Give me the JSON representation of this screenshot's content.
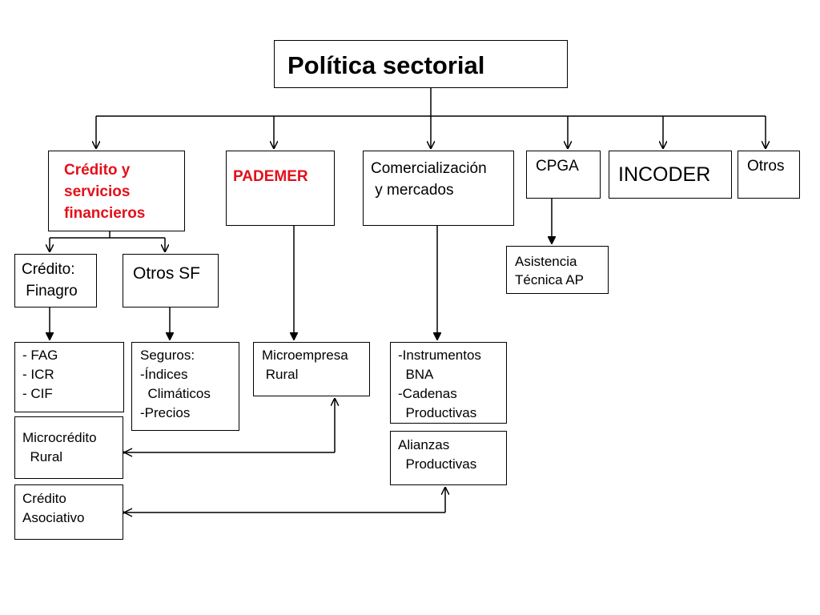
{
  "title": "Política sectorial",
  "colors": {
    "highlight": "#e3101a",
    "line": "#000000"
  },
  "nodes": {
    "credito_servicios": "Crédito y\nservicios\nfinancieros",
    "pademer": "PADEMER",
    "comercializacion": "Comercialización\n y mercados",
    "cpga": "CPGA",
    "incoder": "INCODER",
    "otros": "Otros",
    "credito_finagro": "Crédito:\n Finagro",
    "otros_sf": "Otros SF",
    "asistencia": "Asistencia\nTécnica AP",
    "fag_icr_cif": "- FAG\n- ICR\n- CIF",
    "seguros": "Seguros:\n-Índices\n  Climáticos\n-Precios",
    "microempresa": "Microempresa\n Rural",
    "instrumentos": "-Instrumentos\n  BNA\n-Cadenas\n  Productivas",
    "microcredito": "Microcrédito\n  Rural",
    "alianzas": "Alianzas\n  Productivas",
    "credito_asociativo": "Crédito\nAsociativo"
  }
}
